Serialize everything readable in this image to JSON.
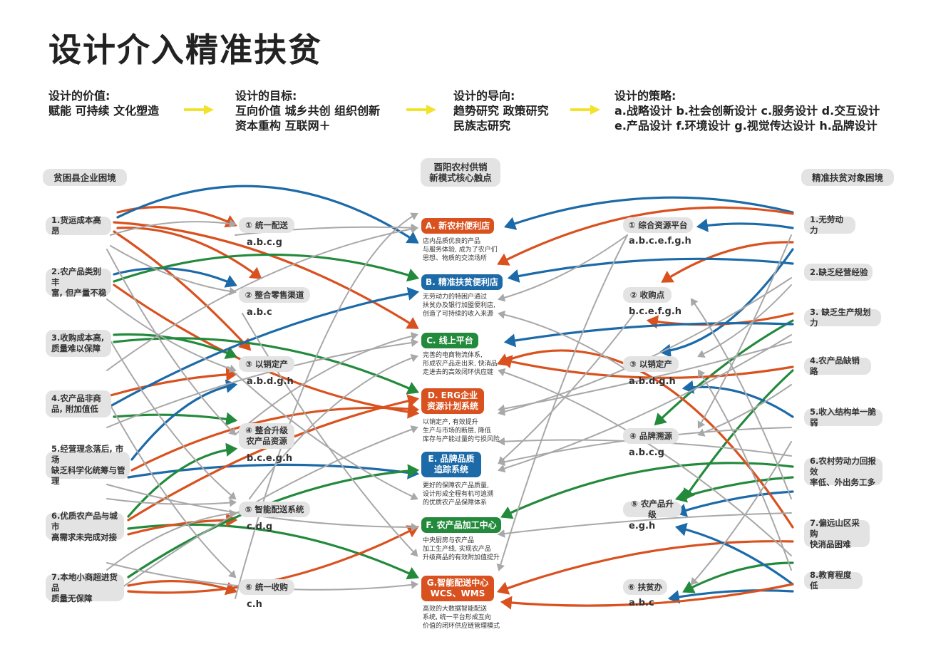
{
  "title": "设计介入精准扶贫",
  "strategy": [
    {
      "head": "设计的价值:",
      "lines": [
        "赋能  可持续  文化塑造"
      ]
    },
    {
      "head": "设计的目标:",
      "lines": [
        "互向价值  城乡共创  组织创新",
        "资本重构  互联网＋"
      ]
    },
    {
      "head": "设计的导向:",
      "lines": [
        "趋势研究  政策研究",
        "民族志研究"
      ]
    },
    {
      "head": "设计的策略:",
      "lines": [
        "a.战略设计  b.社会创新设计  c.服务设计  d.交互设计",
        "e.产品设计  f.环境设计  g.视觉传达设计  h.品牌设计"
      ]
    }
  ],
  "columns": {
    "left_header": "贫困县企业困境",
    "center_header": "酉阳农村供销\n新模式核心触点",
    "right_header": "精准扶贫对象困境"
  },
  "left_items": [
    "1.货运成本高昂",
    "2.农产品类别丰\n富, 但产量不稳",
    "3.收购成本高,\n质量难以保障",
    "4.农产品非商\n品, 附加值低",
    "5.经营理念落后, 市场\n缺乏科学化统筹与管理",
    "6.优质农产品与城市\n高需求未完成对接",
    "7.本地小商超进货品\n质量无保障"
  ],
  "left_nodes": [
    {
      "label": "① 统一配送",
      "code": "a.b.c.g"
    },
    {
      "label": "② 整合零售渠道",
      "code": "a.b.c"
    },
    {
      "label": "③ 以销定产",
      "code": "a.b.d.g.h"
    },
    {
      "label": "④ 整合升级\n农产品资源",
      "code": "b.c.e.g.h"
    },
    {
      "label": "⑤ 智能配送系统",
      "code": "c.d.g"
    },
    {
      "label": "⑥ 统一收购",
      "code": "c.h"
    }
  ],
  "center_nodes": [
    {
      "label": "A. 新农村便利店",
      "desc": "店内品质优良的产品\n与服务体验, 成为了农户们\n思想、物质的交流场所",
      "color": "#d9511e"
    },
    {
      "label": "B. 精准扶贫便利店",
      "desc": "无劳动力的特困户通过\n扶贫办及银行加盟便利店,\n创造了可持续的收入来源",
      "color": "#1c6aa8"
    },
    {
      "label": "C. 线上平台",
      "desc": "完善的电商物流体系,\n形成农产品走出来, 快消品\n走进去的高效闭环供应链",
      "color": "#238a3c"
    },
    {
      "label": "D. ERG企业\n资源计划系统",
      "desc": "以销定产, 有效提升\n生产与市场的断层, 降低\n库存与产能过量的亏损风险",
      "color": "#d9511e"
    },
    {
      "label": "E. 品牌品质\n追踪系统",
      "desc": "更好的保障农产品质量,\n设计形成全程有机可追溯\n的优质农产品保障体系",
      "color": "#1c6aa8"
    },
    {
      "label": "F. 农产品加工中心",
      "desc": "中央厨房与农产品\n加工生产线, 实现农产品\n升级商品的有效附加值提升",
      "color": "#238a3c"
    },
    {
      "label": "G.智能配送中心\nWCS、WMS",
      "desc": "高效的大数据智能配送\n系统, 统一平台形成互向\n价值的闭环供应链管理模式",
      "color": "#d9511e"
    }
  ],
  "right_nodes": [
    {
      "label": "① 综合资源平台",
      "code": "a.b.c.e.f.g.h"
    },
    {
      "label": "② 收购点",
      "code": "b.c.e.f.g.h"
    },
    {
      "label": "③ 以销定产",
      "code": "a.b.d.g.h"
    },
    {
      "label": "④ 品牌溯源",
      "code": "a.b.c.g"
    },
    {
      "label": "⑤ 农产品升级",
      "code": "e.g.h"
    },
    {
      "label": "⑥ 扶贫办",
      "code": "a.b.c"
    }
  ],
  "right_items": [
    "1.无劳动力",
    "2.缺乏经营经验",
    "3. 缺乏生产规划力",
    "4.农产品缺销路",
    "5.收入结构单一脆弱",
    "6.农村劳动力回报效\n率低、外出务工多",
    "7.偏远山区采购\n快消品困难",
    "8.教育程度低"
  ],
  "colors": {
    "orange": "#d9511e",
    "blue": "#1c6aa8",
    "green": "#238a3c",
    "gray": "#a8a8a8",
    "yellow": "#f2e22b"
  }
}
